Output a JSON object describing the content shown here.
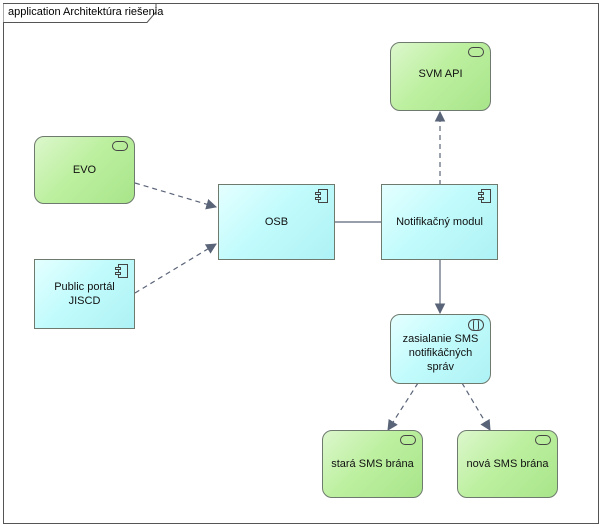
{
  "diagram": {
    "title": "application Architektúra riešenia"
  },
  "nodes": {
    "svm_api": {
      "label": "SVM API",
      "icon": "node-icon"
    },
    "evo": {
      "label": "EVO",
      "icon": "node-icon"
    },
    "osb": {
      "label": "OSB",
      "icon": "application-component-icon"
    },
    "notifikacny_modul": {
      "label": "Notifikačný modul",
      "icon": "application-component-icon"
    },
    "public_portal": {
      "label": "Public portál JISCD",
      "icon": "application-component-icon"
    },
    "zasielanie_sms": {
      "label": "zasialanie SMS notifikáčných správ",
      "icon": "application-service-icon"
    },
    "stara_sms": {
      "label": "stará SMS brána",
      "icon": "node-icon"
    },
    "nova_sms": {
      "label": "nová SMS brána",
      "icon": "node-icon"
    }
  },
  "colors": {
    "green_node": "#bdf0a0",
    "cyan_node": "#c2fbfc",
    "edge": "#5a6478",
    "frame": "#555555"
  }
}
